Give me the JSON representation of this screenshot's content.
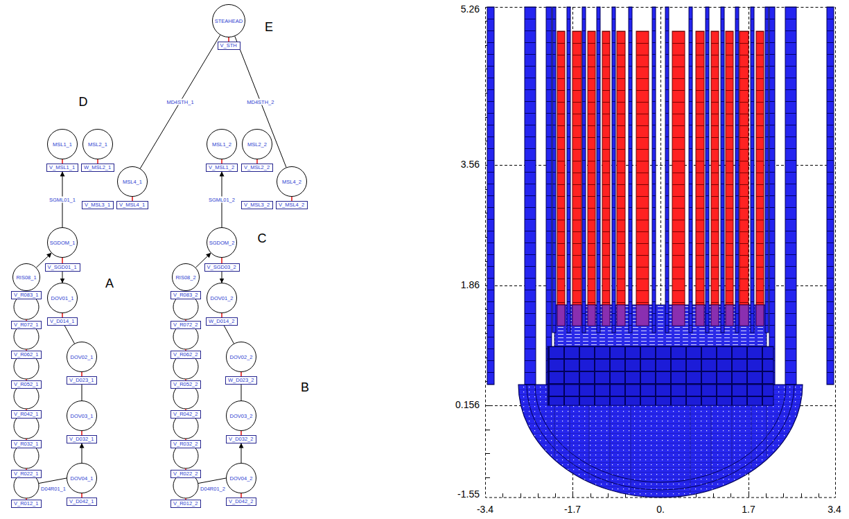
{
  "diagram": {
    "nodes": [
      {
        "text": [
          "STEAHEAD"
        ]
      },
      {
        "text": [
          "V_STH"
        ]
      },
      {
        "text": [
          "MSL1_1"
        ]
      },
      {
        "text": [
          "MSL2_1"
        ]
      },
      {
        "text": [
          "MSL4_1"
        ]
      },
      {
        "text": [
          "V_MSL1_1"
        ]
      },
      {
        "text": [
          "W_MSL2_1"
        ]
      },
      {
        "text": [
          "V_MSL3_1"
        ]
      },
      {
        "text": [
          "V_MSL4_1"
        ]
      },
      {
        "text": [
          "SGDOM_1"
        ]
      },
      {
        "text": [
          "V_SGD01_1"
        ]
      },
      {
        "text": [
          "RIS08_1"
        ]
      },
      {
        "text": [
          "V_R083_1"
        ]
      },
      {
        "text": [
          "V_R072_1"
        ]
      },
      {
        "text": [
          "V_R062_1"
        ]
      },
      {
        "text": [
          "V_R052_1"
        ]
      },
      {
        "text": [
          "V_R042_1"
        ]
      },
      {
        "text": [
          "V_R032_1"
        ]
      },
      {
        "text": [
          "V_R022_1"
        ]
      },
      {
        "text": [
          "V_R012_1"
        ]
      },
      {
        "text": [
          "DOV01_1"
        ]
      },
      {
        "text": [
          "V_D014_1"
        ]
      },
      {
        "text": [
          "DOV02_1"
        ]
      },
      {
        "text": [
          "V_D023_1"
        ]
      },
      {
        "text": [
          "DOV03_1"
        ]
      },
      {
        "text": [
          "V_D032_1"
        ]
      },
      {
        "text": [
          "DOV04_1"
        ]
      },
      {
        "text": [
          "V_D042_1"
        ]
      },
      {
        "text": [
          "MSL1_2"
        ]
      },
      {
        "text": [
          "MSL2_2"
        ]
      },
      {
        "text": [
          "MSL4_2"
        ]
      },
      {
        "text": [
          "V_MSL1_2"
        ]
      },
      {
        "text": [
          "V_MSL2_2"
        ]
      },
      {
        "text": [
          "V_MSL3_2"
        ]
      },
      {
        "text": [
          "V_MSL4_2"
        ]
      },
      {
        "text": [
          "SGDOM_2"
        ]
      },
      {
        "text": [
          "V_SGD03_2"
        ]
      },
      {
        "text": [
          "RIS08_2"
        ]
      },
      {
        "text": [
          "V_R083_2"
        ]
      },
      {
        "text": [
          "V_R072_2"
        ]
      },
      {
        "text": [
          "V_R062_2"
        ]
      },
      {
        "text": [
          "V_R052_2"
        ]
      },
      {
        "text": [
          "V_R042_2"
        ]
      },
      {
        "text": [
          "V_R032_2"
        ]
      },
      {
        "text": [
          "V_R022_2"
        ]
      },
      {
        "text": [
          "V_R012_2"
        ]
      },
      {
        "text": [
          "DOV01_2"
        ]
      },
      {
        "text": [
          "W_D014_2"
        ]
      },
      {
        "text": [
          "DOV02_2"
        ]
      },
      {
        "text": [
          "W_D023_2"
        ]
      },
      {
        "text": [
          "DOV03_2"
        ]
      },
      {
        "text": [
          "V_D032_2"
        ]
      },
      {
        "text": [
          "DOV04_2"
        ]
      },
      {
        "text": [
          "V_D042_2"
        ]
      }
    ],
    "edges": [
      {
        "from": 0,
        "to": 1,
        "arrow": "none"
      },
      {
        "from": 0,
        "to": 4,
        "label": "MD4STH_1",
        "arrow": "none"
      },
      {
        "from": 0,
        "to": 30,
        "label": "MD4STH_2",
        "arrow": "none"
      },
      {
        "from": 2,
        "to": 5,
        "arrow": "none"
      },
      {
        "from": 3,
        "to": 6,
        "arrow": "none"
      },
      {
        "from": 4,
        "to": 8,
        "arrow": "none"
      },
      {
        "from": 9,
        "to": 10,
        "arrow": "none"
      },
      {
        "from": 11,
        "to": 12,
        "arrow": "none"
      },
      {
        "from": 20,
        "to": 21,
        "arrow": "none"
      },
      {
        "from": 22,
        "to": 23,
        "arrow": "none"
      },
      {
        "from": 24,
        "to": 25,
        "arrow": "none"
      },
      {
        "from": 26,
        "to": 27,
        "arrow": "none"
      },
      {
        "from": 9,
        "to": 5,
        "label": "SGML01_1",
        "arrow": "to"
      },
      {
        "from": 10,
        "to": 20,
        "arrow": "to"
      },
      {
        "from": 11,
        "to": 9,
        "arrow": "to"
      },
      {
        "from": 21,
        "to": 22,
        "arrow": "none"
      },
      {
        "from": 23,
        "to": 24,
        "arrow": "none"
      },
      {
        "from": 26,
        "to": 25,
        "arrow": "to"
      },
      {
        "from": 28,
        "to": 31,
        "arrow": "none"
      },
      {
        "from": 29,
        "to": 32,
        "arrow": "none"
      },
      {
        "from": 30,
        "to": 34,
        "arrow": "none"
      },
      {
        "from": 35,
        "to": 36,
        "arrow": "none"
      },
      {
        "from": 37,
        "to": 38,
        "arrow": "none"
      },
      {
        "from": 46,
        "to": 47,
        "arrow": "none"
      },
      {
        "from": 48,
        "to": 49,
        "arrow": "none"
      },
      {
        "from": 50,
        "to": 51,
        "arrow": "none"
      },
      {
        "from": 52,
        "to": 53,
        "arrow": "none"
      },
      {
        "from": 35,
        "to": 31,
        "label": "SGML01_2",
        "arrow": "to"
      },
      {
        "from": 36,
        "to": 46,
        "arrow": "to"
      },
      {
        "from": 37,
        "to": 35,
        "arrow": "to"
      },
      {
        "from": 47,
        "to": 48,
        "arrow": "none"
      },
      {
        "from": 49,
        "to": 50,
        "arrow": "none"
      },
      {
        "from": 52,
        "to": 51,
        "arrow": "to"
      }
    ],
    "labels": [
      "A",
      "B",
      "C",
      "D",
      "E",
      "D04R01_1",
      "D04R01_2",
      "5.26",
      "3.56",
      "1.86",
      "0.156",
      "-1.55",
      "-3.4",
      "-1.7",
      "0.",
      "1.7",
      "3.4"
    ]
  }
}
